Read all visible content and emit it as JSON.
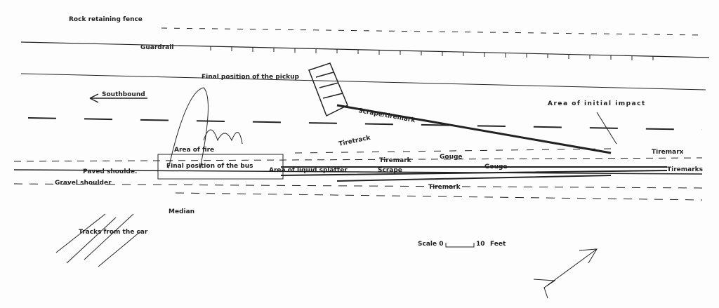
{
  "labels": {
    "rock_fence": "Rock retaining fence",
    "guardrail": "Guardrail",
    "pickup_final": "Final position of the pickup",
    "southbound": "Southbound",
    "scrape_tiremark": "Scrape/tiremark",
    "initial_impact": "Area of initial impact",
    "tiretrack": "Tiretrack",
    "area_fire": "Area of fire",
    "bus_final": "Final position of the bus",
    "liquid_splatter": "Area of liquid splatter",
    "tiremark_1": "Tiremark",
    "gouge_1": "Gouge",
    "gouge_2": "Gouge",
    "scrape": "Scrape",
    "tiremark_2": "Tiremark",
    "tiremark_3": "Tiremarx",
    "tiremarks": "Tiremarks",
    "paved_shoulder": "Paved shoulde.",
    "gravel_shoulder": "Gravel shoulder",
    "median": "Median",
    "car_tracks": "Tracks from the car"
  },
  "scale": {
    "prefix": "Scale 0",
    "value": "10",
    "unit": "Feet"
  }
}
